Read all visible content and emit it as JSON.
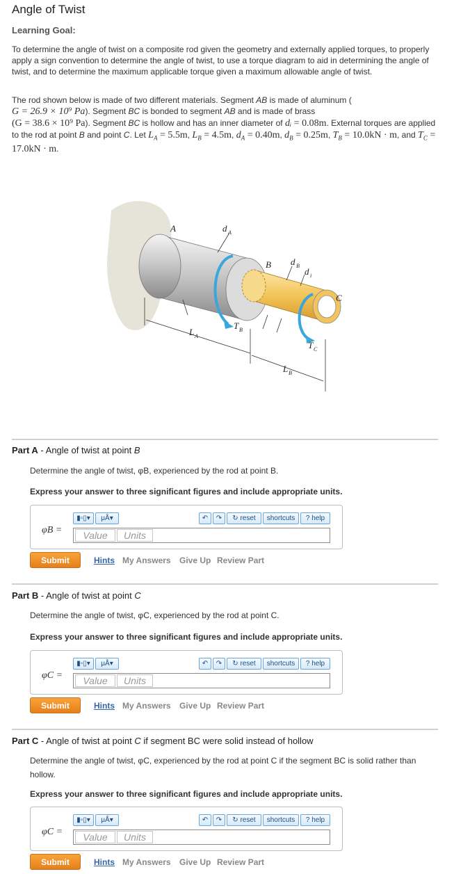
{
  "title": "Angle of Twist",
  "goal_heading": "Learning Goal:",
  "goal_text": "To determine the angle of twist on a composite rod given the geometry and externally applied torques, to properly apply a sign convention to determine the angle of twist, to use a torque diagram to aid in determining the angle of twist, and to determine the maximum applicable torque given a maximum allowable angle of twist.",
  "problem": {
    "t1": "The rod shown below is made of two different materials. Segment ",
    "AB": "AB",
    "t2": " is made of aluminum (",
    "Ga": "G = 26.9 × 10⁹ Pa",
    "t3": "). Segment ",
    "BC": "BC",
    "t4": " is bonded to segment ",
    "t5": " and is made of brass",
    "Gb": "(G = 38.6 × 10⁹ Pa",
    "t6": "). Segment ",
    "t7": " is hollow and has an inner diameter of ",
    "di": "dᵢ",
    "di_val": " = 0.08m",
    "t8": ". External torques are applied to the rod at point ",
    "B": "B",
    "t9": " and point ",
    "C": "C",
    "t10": ". Let ",
    "LA": "L",
    "LA_sub": "A",
    "LA_val": " = 5.5m",
    "sep": ", ",
    "LB": "L",
    "LB_sub": "B",
    "LB_val": " = 4.5m",
    "dA": "d",
    "dA_sub": "A",
    "dA_val": " = 0.40m",
    "dB": "d",
    "dB_sub": "B",
    "dB_val": " = 0.25m",
    "TB": "T",
    "TB_sub": "B",
    "TB_val": " = 10.0kN · m",
    "and": ", and ",
    "TC": "T",
    "TC_sub": "C",
    "TC_val": " = 17.0kN · m",
    "end": "."
  },
  "figure": {
    "A": "A",
    "B": "B",
    "C": "C",
    "dA": "d",
    "dA_s": "A",
    "dB": "d",
    "dB_s": "B",
    "di": "d",
    "di_s": "i",
    "TB": "T",
    "TB_s": "B",
    "TC": "T",
    "TC_s": "C",
    "LA": "L",
    "LA_s": "A",
    "LB": "L",
    "LB_s": "B"
  },
  "toolbar": {
    "template_glyph": "▮▫▯▾",
    "units_glyph": "μÅ▾",
    "undo_glyph": "↶",
    "redo_glyph": "↷",
    "reset": "↻ reset",
    "shortcuts": "shortcuts",
    "help": "? help"
  },
  "parts": [
    {
      "label": "Part A",
      "dash": " - ",
      "title": "Angle of twist at point ",
      "title_it": "B",
      "title_rest": "",
      "instr": "Determine the angle of twist, φB, experienced by the rod at point B.",
      "express": "Express your answer to three significant figures and include appropriate units.",
      "ans_label": "φB =",
      "value_ph": "Value",
      "units_ph": "Units",
      "submit": "Submit",
      "hints": "Hints",
      "my_answers": "My Answers",
      "give_up": "Give Up",
      "review": "Review Part"
    },
    {
      "label": "Part B",
      "dash": " - ",
      "title": "Angle of twist at point ",
      "title_it": "C",
      "title_rest": "",
      "instr": "Determine the angle of twist, φC, experienced by the rod at point C.",
      "express": "Express your answer to three significant figures and include appropriate units.",
      "ans_label": "φC =",
      "value_ph": "Value",
      "units_ph": "Units",
      "submit": "Submit",
      "hints": "Hints",
      "my_answers": "My Answers",
      "give_up": "Give Up",
      "review": "Review Part"
    },
    {
      "label": "Part C",
      "dash": " - ",
      "title": "Angle of twist at point ",
      "title_it": "C",
      "title_rest": " if segment BC were solid instead of hollow",
      "instr": "Determine the angle of twist, φC, experienced by the rod at point C if the segment BC is solid rather than hollow.",
      "express": "Express your answer to three significant figures and include appropriate units.",
      "ans_label": "φC =",
      "value_ph": "Value",
      "units_ph": "Units",
      "submit": "Submit",
      "hints": "Hints",
      "my_answers": "My Answers",
      "give_up": "Give Up",
      "review": "Review Part"
    }
  ]
}
